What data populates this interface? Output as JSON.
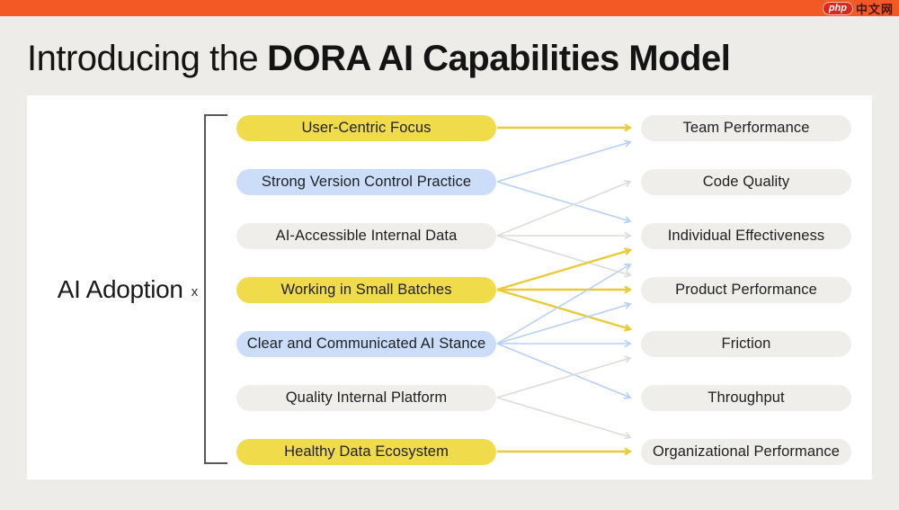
{
  "window": {
    "title_prefix": "Introducing the",
    "title_emphasis": "DORA AI Capabilities Model"
  },
  "logo": {
    "badge": "php",
    "site": "中文网"
  },
  "diagram": {
    "left_label": {
      "text": "AI Adoption",
      "operator": "x"
    },
    "capabilities": [
      {
        "label": "User-Centric Focus",
        "color": "yellow"
      },
      {
        "label": "Strong Version Control Practice",
        "color": "blue"
      },
      {
        "label": "AI-Accessible Internal Data",
        "color": "gray"
      },
      {
        "label": "Working in Small Batches",
        "color": "yellow"
      },
      {
        "label": "Clear and Communicated AI Stance",
        "color": "blue"
      },
      {
        "label": "Quality Internal Platform",
        "color": "gray"
      },
      {
        "label": "Healthy Data Ecosystem",
        "color": "yellow"
      }
    ],
    "outcomes": [
      "Team Performance",
      "Code Quality",
      "Individual Effectiveness",
      "Product Performance",
      "Friction",
      "Throughput",
      "Organizational Performance"
    ],
    "edges": [
      {
        "from": 0,
        "to": 0,
        "color": "yellow"
      },
      {
        "from": 1,
        "to": 0,
        "color": "blue"
      },
      {
        "from": 1,
        "to": 2,
        "color": "blue"
      },
      {
        "from": 2,
        "to": 1,
        "color": "gray"
      },
      {
        "from": 2,
        "to": 2,
        "color": "gray"
      },
      {
        "from": 2,
        "to": 3,
        "color": "gray"
      },
      {
        "from": 3,
        "to": 2,
        "color": "yellow"
      },
      {
        "from": 3,
        "to": 3,
        "color": "yellow"
      },
      {
        "from": 3,
        "to": 4,
        "color": "yellow"
      },
      {
        "from": 4,
        "to": 2,
        "color": "blue"
      },
      {
        "from": 4,
        "to": 3,
        "color": "blue"
      },
      {
        "from": 4,
        "to": 4,
        "color": "blue"
      },
      {
        "from": 4,
        "to": 5,
        "color": "blue"
      },
      {
        "from": 5,
        "to": 4,
        "color": "gray"
      },
      {
        "from": 5,
        "to": 6,
        "color": "gray"
      },
      {
        "from": 6,
        "to": 6,
        "color": "yellow"
      }
    ],
    "colors": {
      "yellow_pill": "#F0DB4B",
      "blue_pill": "#CBDDF8",
      "gray_pill": "#EFEEEA",
      "yellow_line": "#E9CA37",
      "blue_line": "#B5CFF8",
      "gray_line": "#DCDBD5",
      "pill_text": "#202124",
      "bracket": "#55585B"
    },
    "accents": {
      "top_bar": "#F15A25",
      "page_bg": "#EDECE8",
      "panel_bg": "#FFFFFF",
      "badge_red": "#E1251B",
      "logo_text": "#451106"
    }
  }
}
